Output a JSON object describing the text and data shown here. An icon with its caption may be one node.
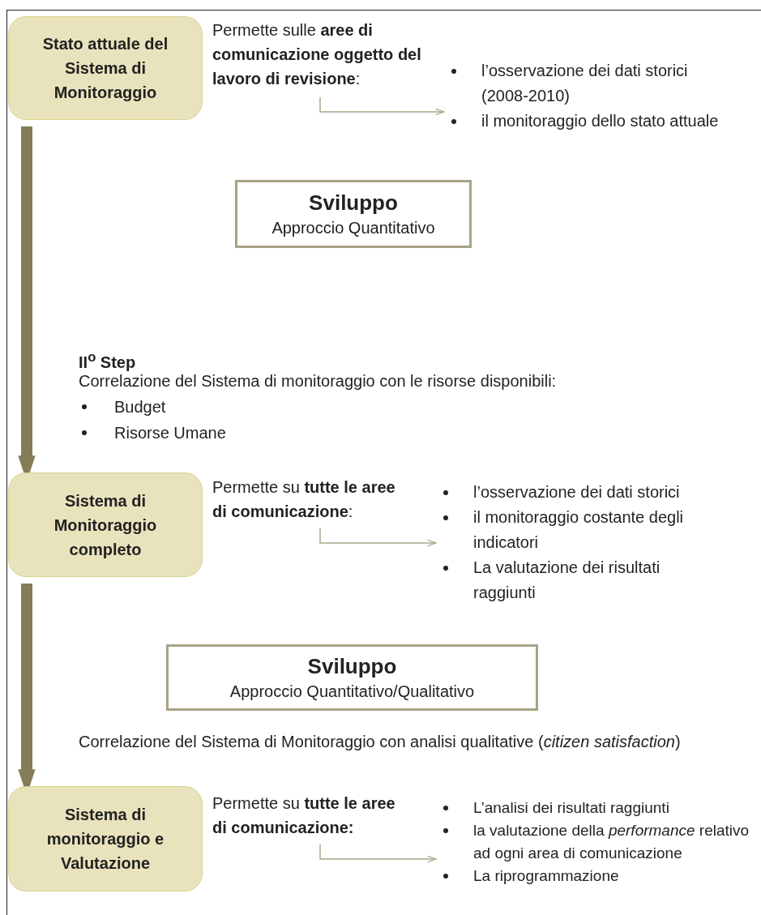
{
  "diagram": {
    "nodes": [
      {
        "text": [
          "Stato attuale del Sistema di Monitoraggio"
        ]
      },
      {
        "text": [
          "Permette sulle **aree di comunicazione oggetto del lavoro di revisione**:"
        ]
      },
      {
        "text": [
          "l’osservazione dei dati storici (2008-2010)",
          "il monitoraggio dello stato attuale"
        ]
      },
      {
        "text": [
          "Sviluppo",
          "Approccio Quantitativo"
        ]
      },
      {
        "text": [
          "Sistema di Monitoraggio completo"
        ]
      },
      {
        "text": [
          "Permette su **tutte le aree di comunicazione**:"
        ]
      },
      {
        "text": [
          "l’osservazione dei dati storici",
          "il monitoraggio costante degli indicatori",
          "La valutazione dei risultati raggiunti"
        ]
      },
      {
        "text": [
          "Sviluppo",
          "Approccio Quantitativo/Qualitativo"
        ]
      },
      {
        "text": [
          "Sistema di monitoraggio e Valutazione"
        ]
      },
      {
        "text": [
          "Permette su **tutte le aree di comunicazione:**"
        ]
      },
      {
        "text": [
          "L’analisi dei risultati raggiunti",
          "la valutazione della *performance* relativo ad ogni area di comunicazione",
          "La riprogrammazione"
        ]
      }
    ],
    "edges": [
      {
        "from": 1,
        "to": 2,
        "arrow": "to",
        "color": "#a9a88c"
      },
      {
        "from": 0,
        "to": 4,
        "arrow": "to",
        "style": "thick",
        "color": "#847d55"
      },
      {
        "from": 5,
        "to": 6,
        "arrow": "to",
        "color": "#a9a88c"
      },
      {
        "from": 4,
        "to": 8,
        "arrow": "to",
        "style": "thick",
        "color": "#847d55"
      },
      {
        "from": 9,
        "to": 10,
        "arrow": "to",
        "color": "#a9a88c"
      }
    ],
    "labels": [
      "II$^{o}$ Step",
      "Correlazione del Sistema di monitoraggio con le risorse disponibili:",
      "Budget",
      "Risorse Umane",
      "Correlazione del Sistema di Monitoraggio con analisi qualitative (*citizen satisfaction*)"
    ]
  }
}
